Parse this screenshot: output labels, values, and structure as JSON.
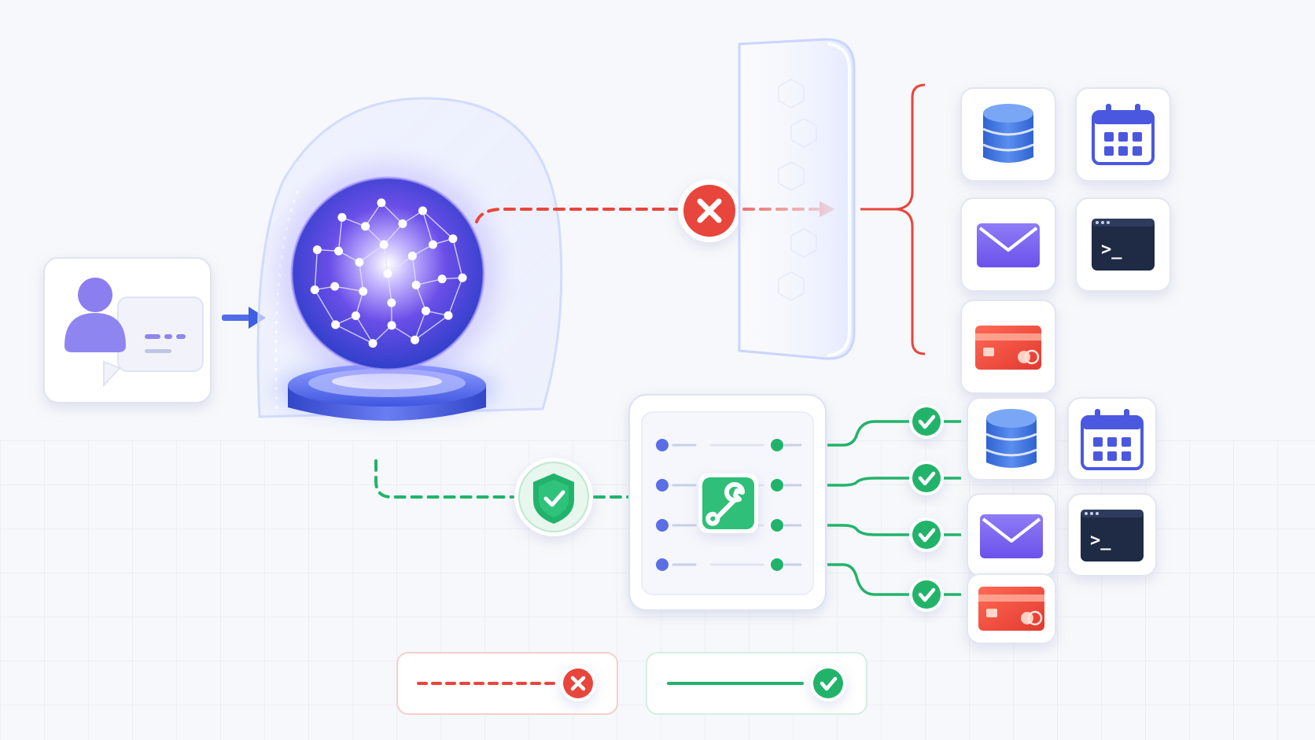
{
  "colors": {
    "blocked": "#e8453c",
    "allowed": "#22b36b",
    "accent": "#5a4fe0",
    "database": "#3f74d8",
    "mail": "#7b66f0",
    "terminal": "#1f2a44",
    "card": "#ef4a3e",
    "calendar": "#4a58e0"
  },
  "nodes": {
    "user": {
      "icon": "user-chat-icon"
    },
    "model": {
      "icon": "network-sphere-icon"
    },
    "barrier": {
      "icon": "glass-wall-icon"
    },
    "blocked_marker": {
      "icon": "x-circle-icon"
    },
    "shield": {
      "icon": "shield-check-icon"
    },
    "tool_gateway": {
      "icon": "wrench-icon"
    }
  },
  "blocked_tools": [
    {
      "icon": "database-icon"
    },
    {
      "icon": "calendar-icon"
    },
    {
      "icon": "mail-icon"
    },
    {
      "icon": "terminal-icon"
    },
    {
      "icon": "credit-card-icon"
    }
  ],
  "allowed_tools": [
    {
      "icon": "database-icon"
    },
    {
      "icon": "calendar-icon"
    },
    {
      "icon": "mail-icon"
    },
    {
      "icon": "terminal-icon"
    },
    {
      "icon": "credit-card-icon"
    }
  ],
  "legend": [
    {
      "line": "dashed",
      "status": "blocked",
      "icon": "x-circle-icon"
    },
    {
      "line": "solid",
      "status": "allowed",
      "icon": "check-circle-icon"
    }
  ],
  "terminal_prompt": ">_"
}
